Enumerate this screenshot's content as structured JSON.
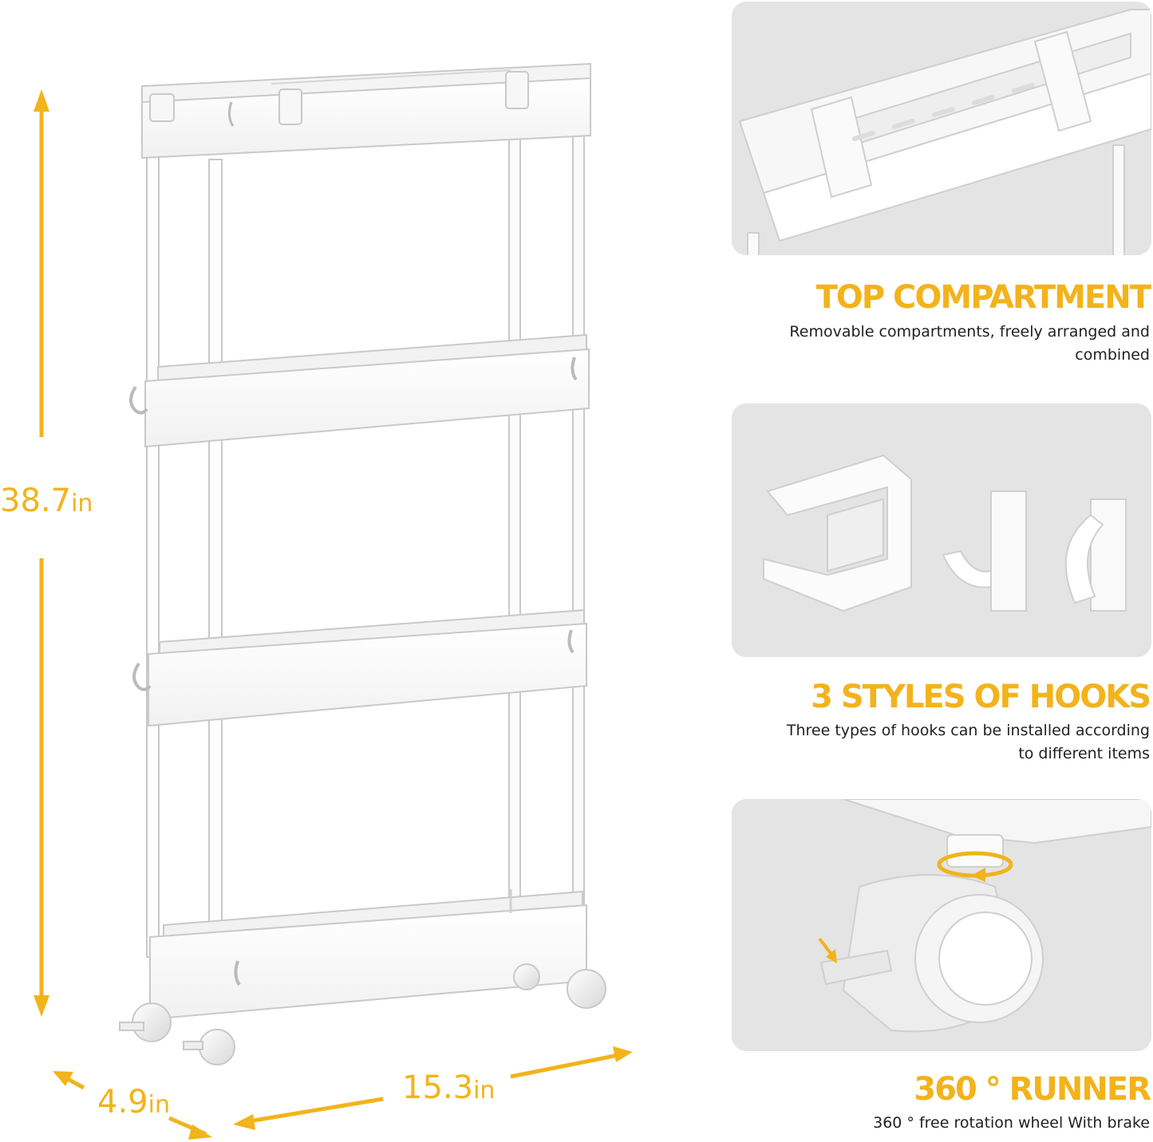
{
  "colors": {
    "accent": "#F2B31B",
    "panel_bg": "#e4e4e4",
    "product": "#ffffff"
  },
  "dimensions": {
    "height": {
      "value": "38.7",
      "unit": "in"
    },
    "width": {
      "value": "15.3",
      "unit": "in"
    },
    "depth": {
      "value": "4.9",
      "unit": "in"
    }
  },
  "features": [
    {
      "title": "TOP COMPARTMENT",
      "description": "Removable compartments, freely arranged and combined",
      "icon": "top-compartment-closeup"
    },
    {
      "title": "3 STYLES OF HOOKS",
      "description": "Three types of hooks can be installed according to different items",
      "icon": "hooks-closeup"
    },
    {
      "title": "360 ° RUNNER",
      "description": "360 ° free rotation wheel With brake",
      "icon": "caster-wheel-closeup"
    }
  ]
}
